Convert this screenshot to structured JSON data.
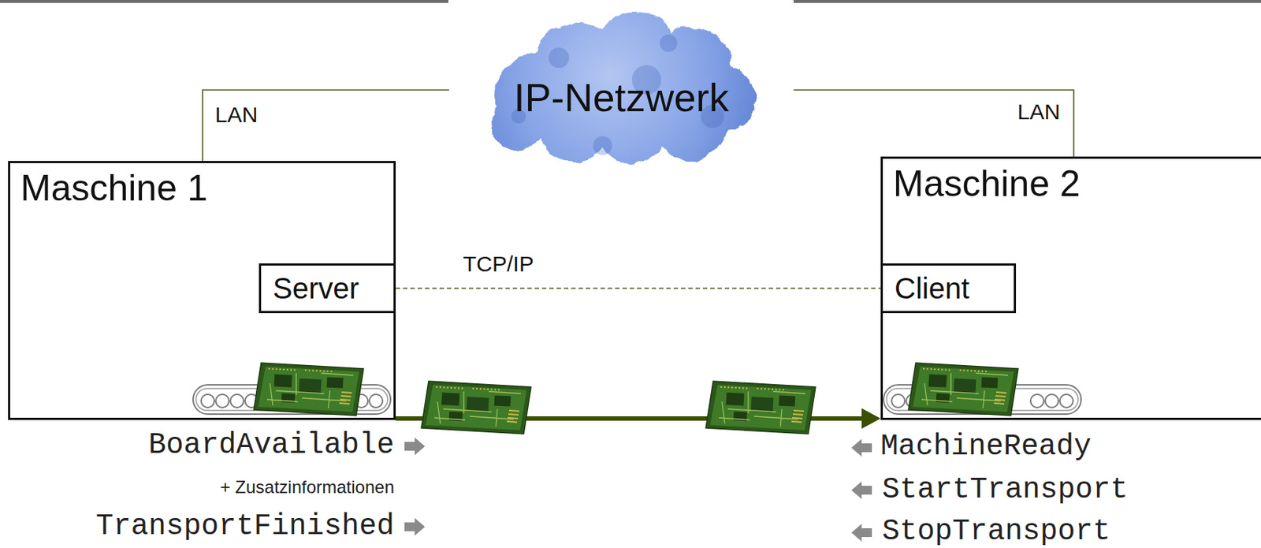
{
  "diagram": {
    "nodes": [
      {
        "text": [
          "IP-Netzwerk"
        ]
      },
      {
        "text": [
          "Maschine 1"
        ]
      },
      {
        "text": [
          "Server"
        ],
        "in": 1
      },
      {
        "text": [
          "Maschine 2"
        ]
      },
      {
        "text": [
          "Client"
        ],
        "in": 3
      }
    ],
    "edges": [
      {
        "from": 1,
        "to": 0,
        "label": "LAN",
        "arrow": "none"
      },
      {
        "from": 0,
        "to": 3,
        "label": "LAN",
        "arrow": "none"
      },
      {
        "from": 2,
        "to": 4,
        "label": "TCP/IP",
        "arrow": "none"
      },
      {
        "from": 1,
        "to": 3,
        "arrow": "to"
      }
    ],
    "labels": [
      "BoardAvailable",
      "+ Zusatzinformationen",
      "TransportFinished",
      "MachineReady",
      "StartTransport",
      "StopTransport"
    ]
  }
}
